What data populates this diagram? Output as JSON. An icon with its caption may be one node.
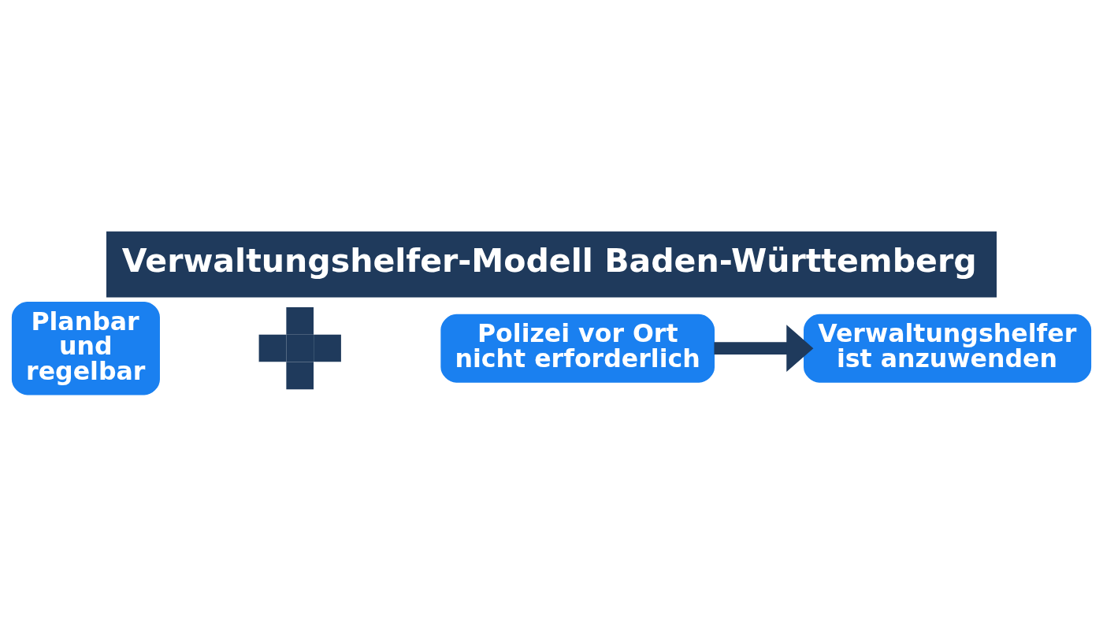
{
  "diagram": {
    "title": "Verwaltungshelfer-Modell Baden-Württemberg",
    "nodes": [
      {
        "text": [
          "Planbar und regelbar"
        ]
      },
      {
        "text": [],
        "shape": "plus"
      },
      {
        "text": [
          "Polizei vor Ort nicht erforderlich"
        ]
      },
      {
        "text": [
          "Verwaltungshelfer ist anzuwenden"
        ]
      }
    ],
    "edges": [
      {
        "from": 2,
        "to": 3,
        "arrow": "to"
      }
    ]
  }
}
